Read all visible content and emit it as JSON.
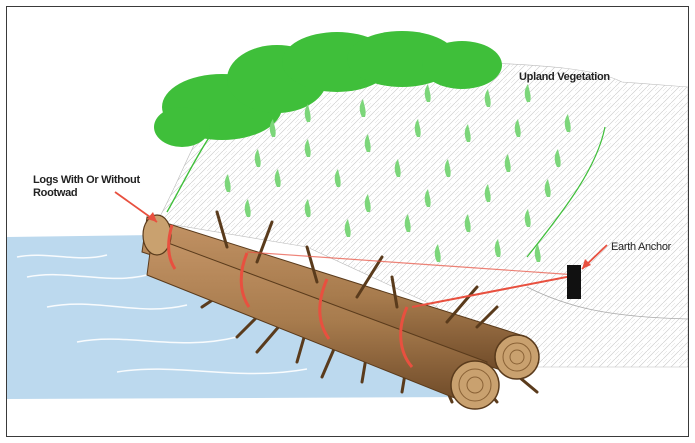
{
  "labels": {
    "upland": "Upland Vegetation",
    "logs_line1": "Logs With Or Without",
    "logs_line2": "Rootwad",
    "anchor": "Earth Anchor"
  },
  "colors": {
    "water": "#bcd9ee",
    "tree": "#3fbf3a",
    "grass": "#7cd67a",
    "log": "#a77b4d",
    "log_dark": "#6b4726",
    "band": "#e8503f",
    "anchor": "#111111"
  }
}
